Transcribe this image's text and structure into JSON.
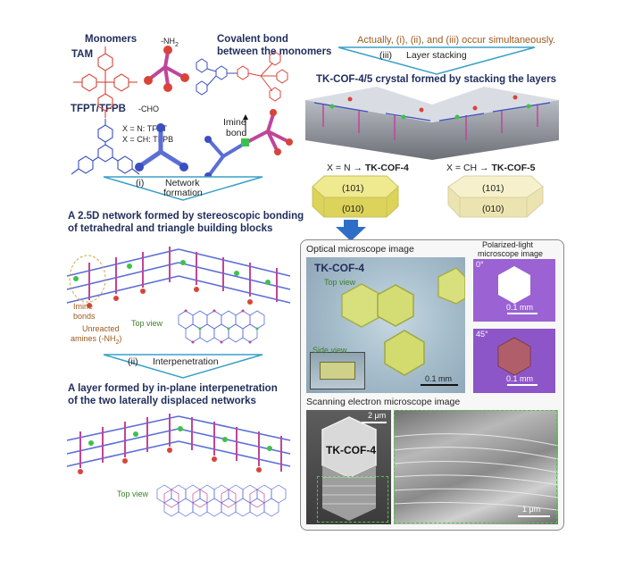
{
  "colors": {
    "navy": "#1f2d5c",
    "brown": "#9b5a1e",
    "red_monomer": "#d9443a",
    "blue_monomer": "#3b4fbf",
    "pink_bond": "#c0459a",
    "green_atom": "#3cc24a",
    "crystal_yellow": "#e6e07a",
    "crystal_cream": "#efe8b0",
    "arrow_teal": "#3aa0c8"
  },
  "monomers": {
    "heading": "Monomers",
    "tam_label": "TAM",
    "tfpt_label": "TFPT/TFPB",
    "x_n": "X = N: TFPT",
    "x_ch": "X = CH: TFPB",
    "nh2": "-NH",
    "nh2_sub": "2",
    "cho": "-CHO",
    "x_atom": "X"
  },
  "covalent": {
    "title_line1": "Covalent bond",
    "title_line2": "between the monomers",
    "imine_line1": "Imine",
    "imine_line2": "bond"
  },
  "actually_note": "Actually, (i), (ii), and (iii) occur simultaneously.",
  "step_iii": {
    "num": "(iii)",
    "label": "Layer stacking"
  },
  "crystal_title": "TK-COF-4/5 crystal formed by stacking the layers",
  "cof4": {
    "prefix": "X = N → ",
    "name": "TK-COF-4",
    "face_top": "(101)",
    "face_bottom": "(010)"
  },
  "cof5": {
    "prefix": "X = CH → ",
    "name": "TK-COF-5",
    "face_top": "(101)",
    "face_bottom": "(010)"
  },
  "step_i": {
    "num": "(i)",
    "label_line1": "Network",
    "label_line2": "formation"
  },
  "network_title_line1": "A 2.5D network formed by stereoscopic bonding",
  "network_title_line2": "of tetrahedral and triangle building blocks",
  "imine_bonds_line1": "Imine",
  "imine_bonds_line2": "bonds",
  "unreacted_line1": "Unreacted",
  "unreacted_line2": "amines (-NH",
  "unreacted_sub": "2",
  "unreacted_end": ")",
  "top_view": "Top view",
  "step_ii": {
    "num": "(ii)",
    "label": "Interpenetration"
  },
  "layer_title_line1": "A layer formed by in-plane interpenetration",
  "layer_title_line2": "of the two laterally displaced networks",
  "top_view_2": "Top view",
  "optical": {
    "heading": "Optical microscope image",
    "sample": "TK-COF-4",
    "top_view": "Top view",
    "side_view": "Side view",
    "scale": "0.1 mm"
  },
  "polarized": {
    "heading_line1": "Polarized-light",
    "heading_line2": "microscope image",
    "angle_0": "0°",
    "angle_45": "45°",
    "scale": "0.1 mm"
  },
  "sem": {
    "heading": "Scanning electron microscope image",
    "sample": "TK-COF-4",
    "scale_left": "2 μm",
    "scale_right": "1 μm"
  }
}
